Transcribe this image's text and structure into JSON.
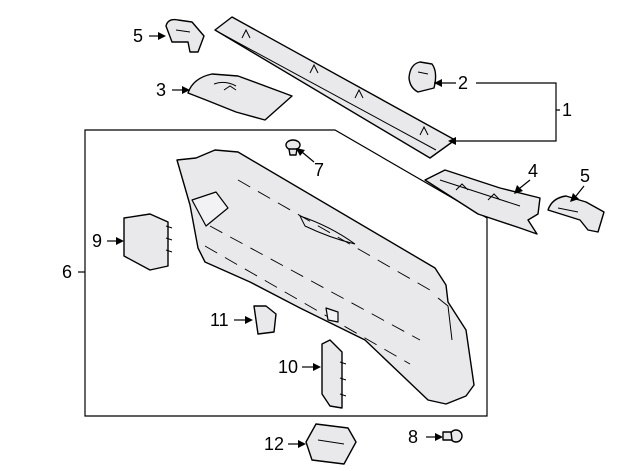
{
  "callouts": {
    "c1": "1",
    "c2": "2",
    "c3": "3",
    "c4": "4",
    "c5a": "5",
    "c5b": "5",
    "c6": "6",
    "c7": "7",
    "c8": "8",
    "c9": "9",
    "c10": "10",
    "c11": "11",
    "c12": "12"
  }
}
